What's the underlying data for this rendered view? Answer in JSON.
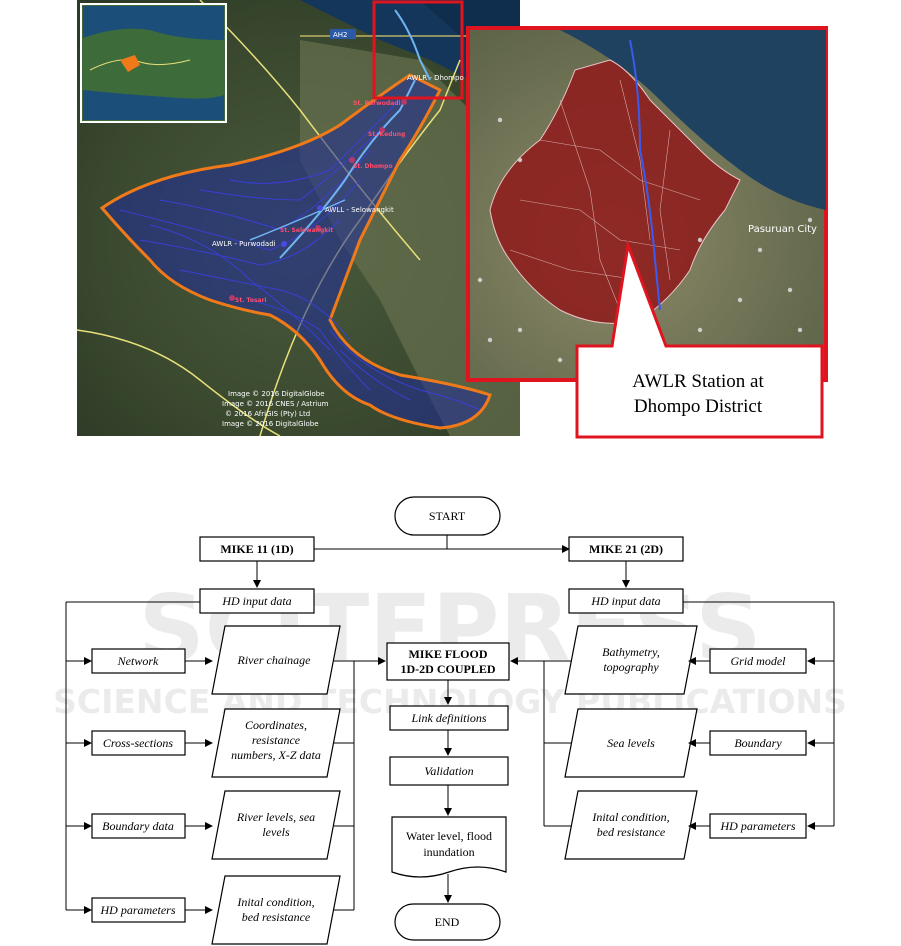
{
  "map": {
    "road_label": "AH2",
    "stations": {
      "awlr_dhompo": "AWLR - Dhompo",
      "st_purwodadi": "St. Purwodadi",
      "st_kedung": "St. Kedung",
      "st_dhompo": "St. Dhompo",
      "awll_selowangkit": "AWLL - Selowangkit",
      "st_selowangkit": "St. Selowangkit",
      "awlr_purwodadi": "AWLR - Purwodadi",
      "st_tosari": "St. Tosari"
    },
    "credits": [
      "Image © 2016 DigitalGlobe",
      "Image © 2016 CNES / Astrium",
      "© 2016 AfriGIS (Pty) Ltd",
      "Image © 2016 DigitalGlobe"
    ],
    "city_label": "Pasuruan City",
    "callout_line1": "AWLR Station at",
    "callout_line2": "Dhompo District",
    "colors": {
      "catchment": "#f07a1a",
      "zoom_frame": "#e0141e",
      "river": "#2b2fd6",
      "main_river": "#6fb4f2",
      "district": "#8e1d1d"
    }
  },
  "watermark": {
    "top": "SCITEPRESS",
    "bottom": "SCIENCE AND TECHNOLOGY PUBLICATIONS"
  },
  "flow": {
    "start": "START",
    "end": "END",
    "mike11": "MIKE 11 (1D)",
    "mike21": "MIKE 21 (2D)",
    "hd_input_left": "HD input data",
    "hd_input_right": "HD input data",
    "left_inputs": [
      "Network",
      "Cross-sections",
      "Boundary data",
      "HD parameters"
    ],
    "left_data": [
      [
        "River chainage"
      ],
      [
        "Coordinates,",
        "resistance",
        "numbers, X-Z data"
      ],
      [
        "River levels, sea",
        "levels"
      ],
      [
        "Inital condition,",
        "bed resistance"
      ]
    ],
    "mikeflood_line1": "MIKE FLOOD",
    "mikeflood_line2": "1D-2D COUPLED",
    "link_definitions": "Link definitions",
    "validation": "Validation",
    "output_line1": "Water level, flood",
    "output_line2": "inundation",
    "right_data": [
      [
        "Bathymetry,",
        "topography"
      ],
      [
        "Sea levels"
      ],
      [
        "Inital condition,",
        "bed resistance"
      ]
    ],
    "right_inputs": [
      "Grid model",
      "Boundary",
      "HD parameters"
    ]
  }
}
